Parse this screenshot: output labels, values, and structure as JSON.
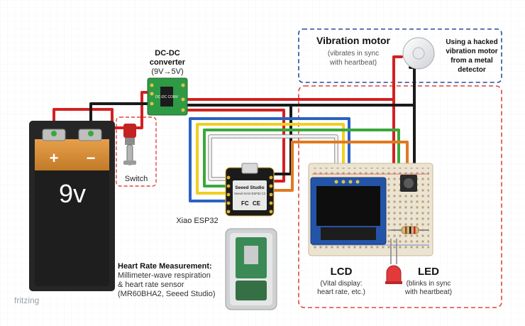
{
  "watermark": "fritzing",
  "vibration_motor": {
    "title": "Vibration motor",
    "note_line1": "(vibrates in sync",
    "note_line2": "with heartbeat)",
    "desc_line1": "Using a hacked",
    "desc_line2": "vibration motor",
    "desc_line3": "from a metal",
    "desc_line4": "detector"
  },
  "converter": {
    "title_line1": "DC-DC",
    "title_line2": "converter",
    "spec": "(9V→5V)",
    "chip_text": "DC-DC CONV"
  },
  "battery": {
    "plus": "+",
    "minus": "−",
    "voltage": "9v"
  },
  "switch": {
    "label": "Switch"
  },
  "mcu": {
    "label": "Xiao ESP32",
    "brand": "Seeed Studio",
    "model": "Seeed XIAO ESP32 C3",
    "ce": "CE",
    "fc": "FC"
  },
  "sensor": {
    "title": "Heart Rate Measurement:",
    "line1": "Millimeter-wave respiration",
    "line2": "& heart rate sensor",
    "line3": "(MR60BHA2, Seeed Studio)"
  },
  "lcd": {
    "title": "LCD",
    "line1": "(Vital display:",
    "line2": "heart rate, etc.)"
  },
  "led": {
    "title": "LED",
    "line1": "(blinks in sync",
    "line2": "with heartbeat)"
  },
  "colors": {
    "red_wire": "#d42020",
    "black_wire": "#1a1a1a",
    "blue_wire": "#2a62c4",
    "yellow_wire": "#f0d020",
    "green_wire": "#3aa83a",
    "orange_wire": "#e07a20",
    "white_wire": "#f4f4f4",
    "dash_blue": "#2a4d9a",
    "dash_red": "#e0453d"
  }
}
